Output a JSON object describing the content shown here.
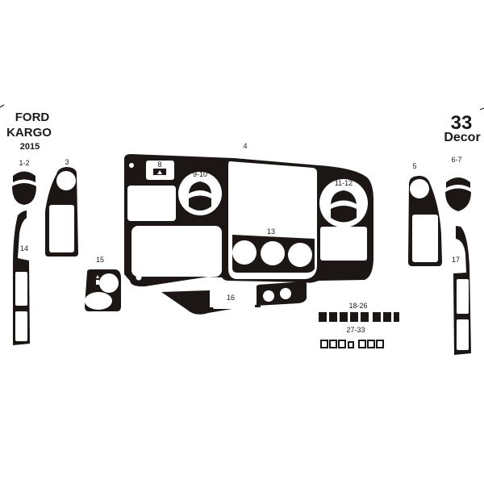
{
  "header": {
    "brand": "FORD",
    "model": "KARGO",
    "year": "2015",
    "piece_count": "33",
    "piece_type": "Decor"
  },
  "colors": {
    "background": "#ffffff",
    "trim": "#1c1715",
    "text": "#1a1a1a"
  },
  "parts": {
    "p1_2": "1-2",
    "p3": "3",
    "p4": "4",
    "p5": "5",
    "p6_7": "6-7",
    "p8": "8",
    "p9_10": "9-10",
    "p11_12": "11-12",
    "p13": "13",
    "p14": "14",
    "p15": "15",
    "p16": "16",
    "p17": "17",
    "p18_26": "18-26",
    "p27_33": "27-33"
  }
}
